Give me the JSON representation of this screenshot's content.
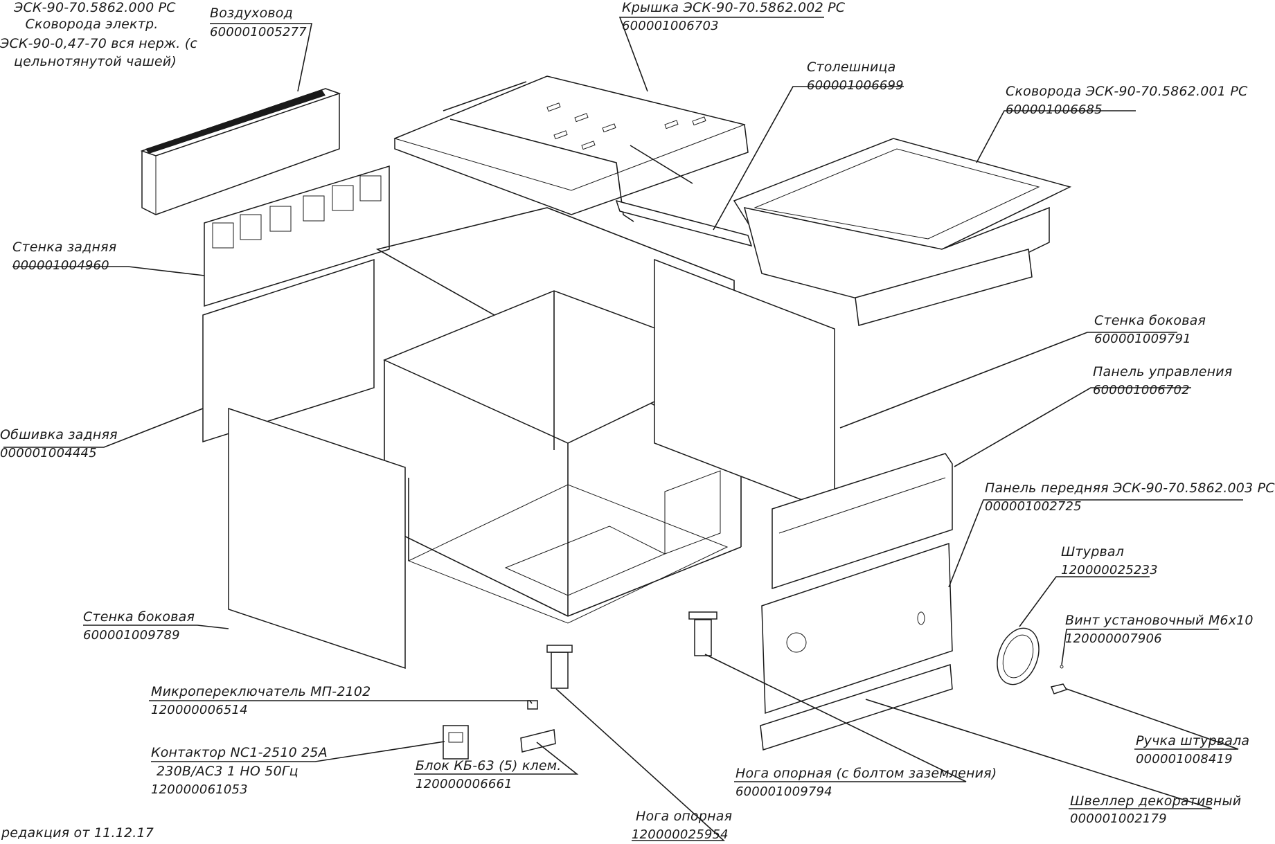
{
  "header": {
    "assembly_code": "ЭСК-90-70.5862.000 РС",
    "assembly_line1": "Сковорода электр.",
    "assembly_line2": "ЭСК-90-0,47-70 вся нерж. (с",
    "assembly_line3": "цельнотянутой чашей)"
  },
  "parts": {
    "air_duct": {
      "name": "Воздуховод",
      "code": "600001005277"
    },
    "lid": {
      "name": "Крышка ЭСК-90-70.5862.002 РС",
      "code": "600001006703"
    },
    "tabletop": {
      "name": "Столешница",
      "code": "600001006699"
    },
    "pan": {
      "name": "Сковорода ЭСК-90-70.5862.001 РС",
      "code": "600001006685"
    },
    "back_wall": {
      "name": "Стенка задняя",
      "code": "000001004960"
    },
    "back_cover": {
      "name": "Обшивка задняя",
      "code": "000001004445"
    },
    "side_wall_right": {
      "name": "Стенка боковая",
      "code": "600001009791"
    },
    "control_panel": {
      "name": "Панель управления",
      "code": "600001006702"
    },
    "front_panel": {
      "name": "Панель передняя ЭСК-90-70.5862.003 РС",
      "code": "000001002725"
    },
    "handwheel": {
      "name": "Штурвал",
      "code": "120000025233"
    },
    "set_screw": {
      "name": "Винт установочный М6х10",
      "code": "120000007906"
    },
    "side_wall_left": {
      "name": "Стенка боковая",
      "code": "600001009789"
    },
    "microswitch": {
      "name": "Микропереключатель МП-2102",
      "code": "120000006514"
    },
    "contactor": {
      "name_line1": "Контактор NC1-2510 25А",
      "name_line2": "230В/АС3 1 НО 50Гц",
      "code": "120000061053"
    },
    "terminal_block": {
      "name": "Блок КБ-63 (5) клем.",
      "code": "120000006661"
    },
    "support_leg": {
      "name": "Нога опорная",
      "code": "120000025954"
    },
    "support_leg_ground": {
      "name": "Нога опорная (с болтом заземления)",
      "code": "600001009794"
    },
    "decor_channel": {
      "name": "Швеллер декоративный",
      "code": "000001002179"
    },
    "wheel_handle": {
      "name": "Ручка штурвала",
      "code": "000001008419"
    }
  },
  "footer": {
    "revision": "редакция от 11.12.17"
  }
}
